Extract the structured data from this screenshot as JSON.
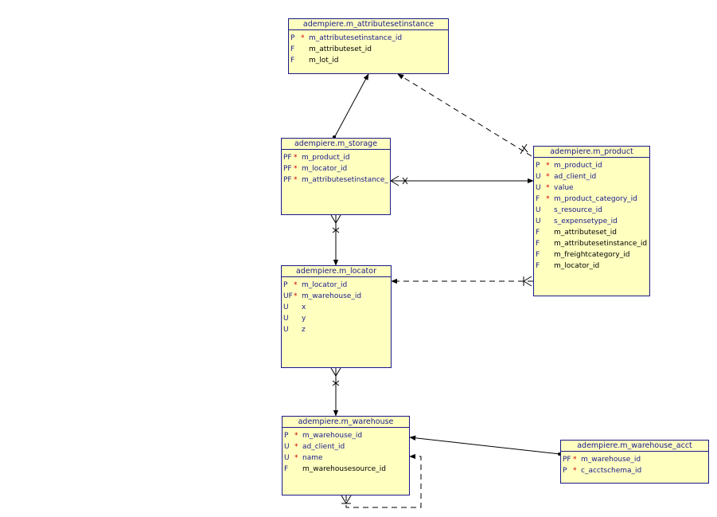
{
  "colors": {
    "entity_fill": "#ffffc0",
    "entity_border": "#1a1a8c",
    "key_text": "#1a1a8c",
    "required_mark": "#d00000",
    "line": "#000000"
  },
  "entities": {
    "attributesetinstance": {
      "title": "adempiere.m_attributesetinstance",
      "columns": [
        {
          "key": "P",
          "req": "*",
          "name": "m_attributesetinstance_id",
          "style": "key-col"
        },
        {
          "key": "F",
          "req": "",
          "name": "m_attributeset_id",
          "style": "plain"
        },
        {
          "key": "F",
          "req": "",
          "name": "m_lot_id",
          "style": "plain"
        }
      ]
    },
    "storage": {
      "title": "adempiere.m_storage",
      "columns": [
        {
          "key": "PF",
          "req": "*",
          "name": "m_product_id",
          "style": "key-col"
        },
        {
          "key": "PF",
          "req": "*",
          "name": "m_locator_id",
          "style": "key-col"
        },
        {
          "key": "PF",
          "req": "*",
          "name": "m_attributesetinstance_",
          "style": "key-col"
        }
      ]
    },
    "product": {
      "title": "adempiere.m_product",
      "columns": [
        {
          "key": "P",
          "req": "*",
          "name": "m_product_id",
          "style": "key-col"
        },
        {
          "key": "U",
          "req": "*",
          "name": "ad_client_id",
          "style": "key-col"
        },
        {
          "key": "U",
          "req": "*",
          "name": "value",
          "style": "key-col"
        },
        {
          "key": "F",
          "req": "*",
          "name": "m_product_category_id",
          "style": "key-col"
        },
        {
          "key": "U",
          "req": "",
          "name": "s_resource_id",
          "style": "key-col"
        },
        {
          "key": "U",
          "req": "",
          "name": "s_expensetype_id",
          "style": "key-col"
        },
        {
          "key": "F",
          "req": "",
          "name": "m_attributeset_id",
          "style": "plain"
        },
        {
          "key": "F",
          "req": "",
          "name": "m_attributesetinstance_id",
          "style": "plain"
        },
        {
          "key": "F",
          "req": "",
          "name": "m_freightcategory_id",
          "style": "plain"
        },
        {
          "key": "F",
          "req": "",
          "name": "m_locator_id",
          "style": "plain"
        }
      ]
    },
    "locator": {
      "title": "adempiere.m_locator",
      "columns": [
        {
          "key": "P",
          "req": "*",
          "name": "m_locator_id",
          "style": "key-col"
        },
        {
          "key": "UF",
          "req": "*",
          "name": "m_warehouse_id",
          "style": "key-col"
        },
        {
          "key": "U",
          "req": "",
          "name": "x",
          "style": "key-col"
        },
        {
          "key": "U",
          "req": "",
          "name": "y",
          "style": "key-col"
        },
        {
          "key": "U",
          "req": "",
          "name": "z",
          "style": "key-col"
        }
      ]
    },
    "warehouse": {
      "title": "adempiere.m_warehouse",
      "columns": [
        {
          "key": "P",
          "req": "*",
          "name": "m_warehouse_id",
          "style": "key-col"
        },
        {
          "key": "U",
          "req": "*",
          "name": "ad_client_id",
          "style": "key-col"
        },
        {
          "key": "U",
          "req": "*",
          "name": "name",
          "style": "key-col"
        },
        {
          "key": "F",
          "req": "",
          "name": "m_warehousesource_id",
          "style": "plain"
        }
      ]
    },
    "warehouse_acct": {
      "title": "adempiere.m_warehouse_acct",
      "columns": [
        {
          "key": "PF",
          "req": "*",
          "name": "m_warehouse_id",
          "style": "key-col"
        },
        {
          "key": "P",
          "req": "*",
          "name": "c_acctschema_id",
          "style": "key-col"
        }
      ]
    }
  }
}
